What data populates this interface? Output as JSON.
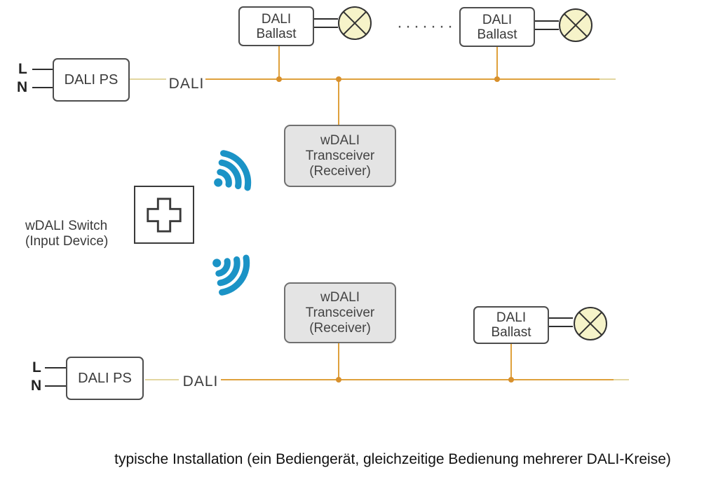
{
  "caption": "typische Installation (ein Bediengerät, gleichzeitige Bedienung mehrerer DALI-Kreise)",
  "labels": {
    "ballast": {
      "line1": "DALI",
      "line2": "Ballast"
    },
    "transceiver": {
      "line1": "wDALI",
      "line2": "Transceiver",
      "line3": "(Receiver)"
    },
    "switch": {
      "line1": "wDALI Switch",
      "line2": "(Input Device)"
    },
    "power_supply": "DALI PS",
    "bus": "DALI",
    "phase": "L",
    "neutral": "N",
    "ellipsis": "·······"
  },
  "icons": {
    "lamp": "lamp-icon (circle with X)",
    "wifi": "wifi-signal-icon",
    "switch_cross": "pushbutton-cross-icon"
  },
  "colors": {
    "bus_line": "#DFA13C",
    "bus_line_pale": "#E3D6A0",
    "junction": "#D8902C",
    "wifi_blue": "#1B93C6",
    "lamp_fill": "#F6F3C9",
    "device_border": "#4D4D4D",
    "transceiver_fill": "#E4E4E4",
    "text": "#3C3C3C"
  }
}
